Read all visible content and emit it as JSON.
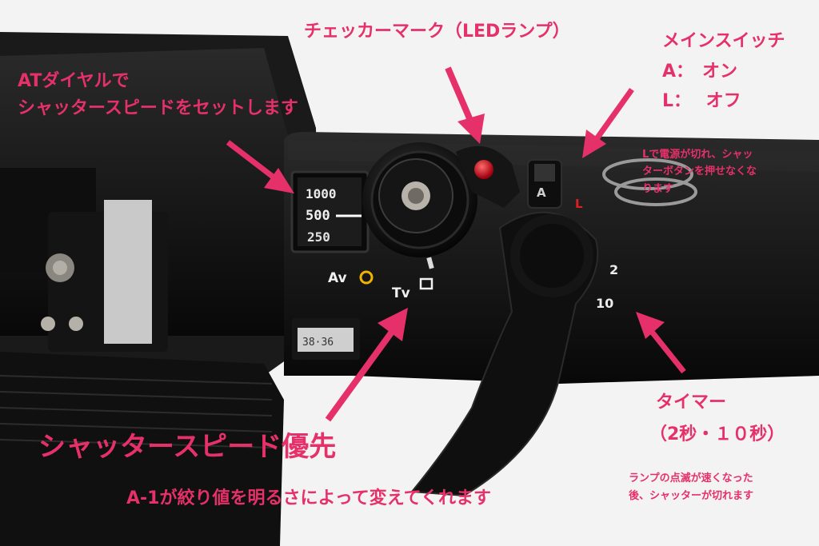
{
  "annotations": {
    "at_dial": [
      "ATダイヤルで",
      "シャッタースピードをセットします"
    ],
    "checker_mark": "チェッカーマーク（LEDランプ）",
    "main_switch": {
      "title": "メインスイッチ",
      "a": "A：　オン",
      "l": "L：　 オフ",
      "note": [
        "Lで電源が切れ、シャッ",
        "ターボタンを押せなくな",
        "ります"
      ]
    },
    "shutter_priority": "シャッタースピード優先",
    "aperture_note": "A-1が絞り値を明るさによって変えてくれます",
    "timer": {
      "title": "タイマー",
      "sub": "（2秒・１０秒）",
      "note": [
        "ランプの点滅が速くなった",
        "後、シャッターが切れます"
      ]
    }
  },
  "camera_markings": {
    "speeds": [
      "1000",
      "500",
      "250"
    ],
    "av": "Av",
    "tv": "Tv",
    "switch_a": "A",
    "switch_l": "L",
    "timer_2": "2",
    "timer_10": "10",
    "film": "38·36"
  },
  "colors": {
    "annotation": "#e6306a",
    "led": "#d8102a",
    "av_ring": "#f0b400",
    "switch_l": "#e02020"
  }
}
